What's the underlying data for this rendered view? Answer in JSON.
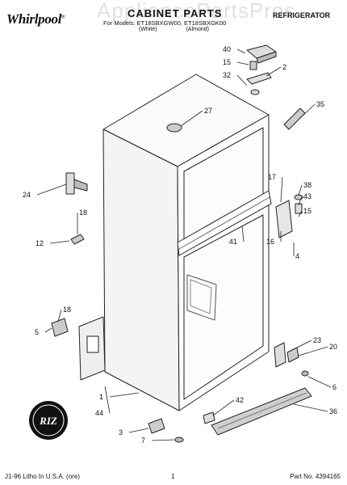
{
  "header": {
    "brand": "Whirlpool",
    "title": "CABINET PARTS",
    "model_line": "For Models: ET18SBXGW00, ET18SBXGK00",
    "variant_white": "(White)",
    "variant_almond": "(Almond)",
    "category": "REFRIGERATOR",
    "watermark": "AppliancePartsPros"
  },
  "badge": {
    "text": "RIZ"
  },
  "callouts": [
    "40",
    "15",
    "2",
    "32",
    "35",
    "27",
    "17",
    "38",
    "43",
    "15",
    "24",
    "18",
    "12",
    "41",
    "16",
    "4",
    "18",
    "5",
    "23",
    "20",
    "6",
    "1",
    "44",
    "42",
    "36",
    "3",
    "7"
  ],
  "footer": {
    "litho": "J1-96 Litho In U.S.A. (ore)",
    "page": "1",
    "part_no": "Part No. 4394165"
  }
}
